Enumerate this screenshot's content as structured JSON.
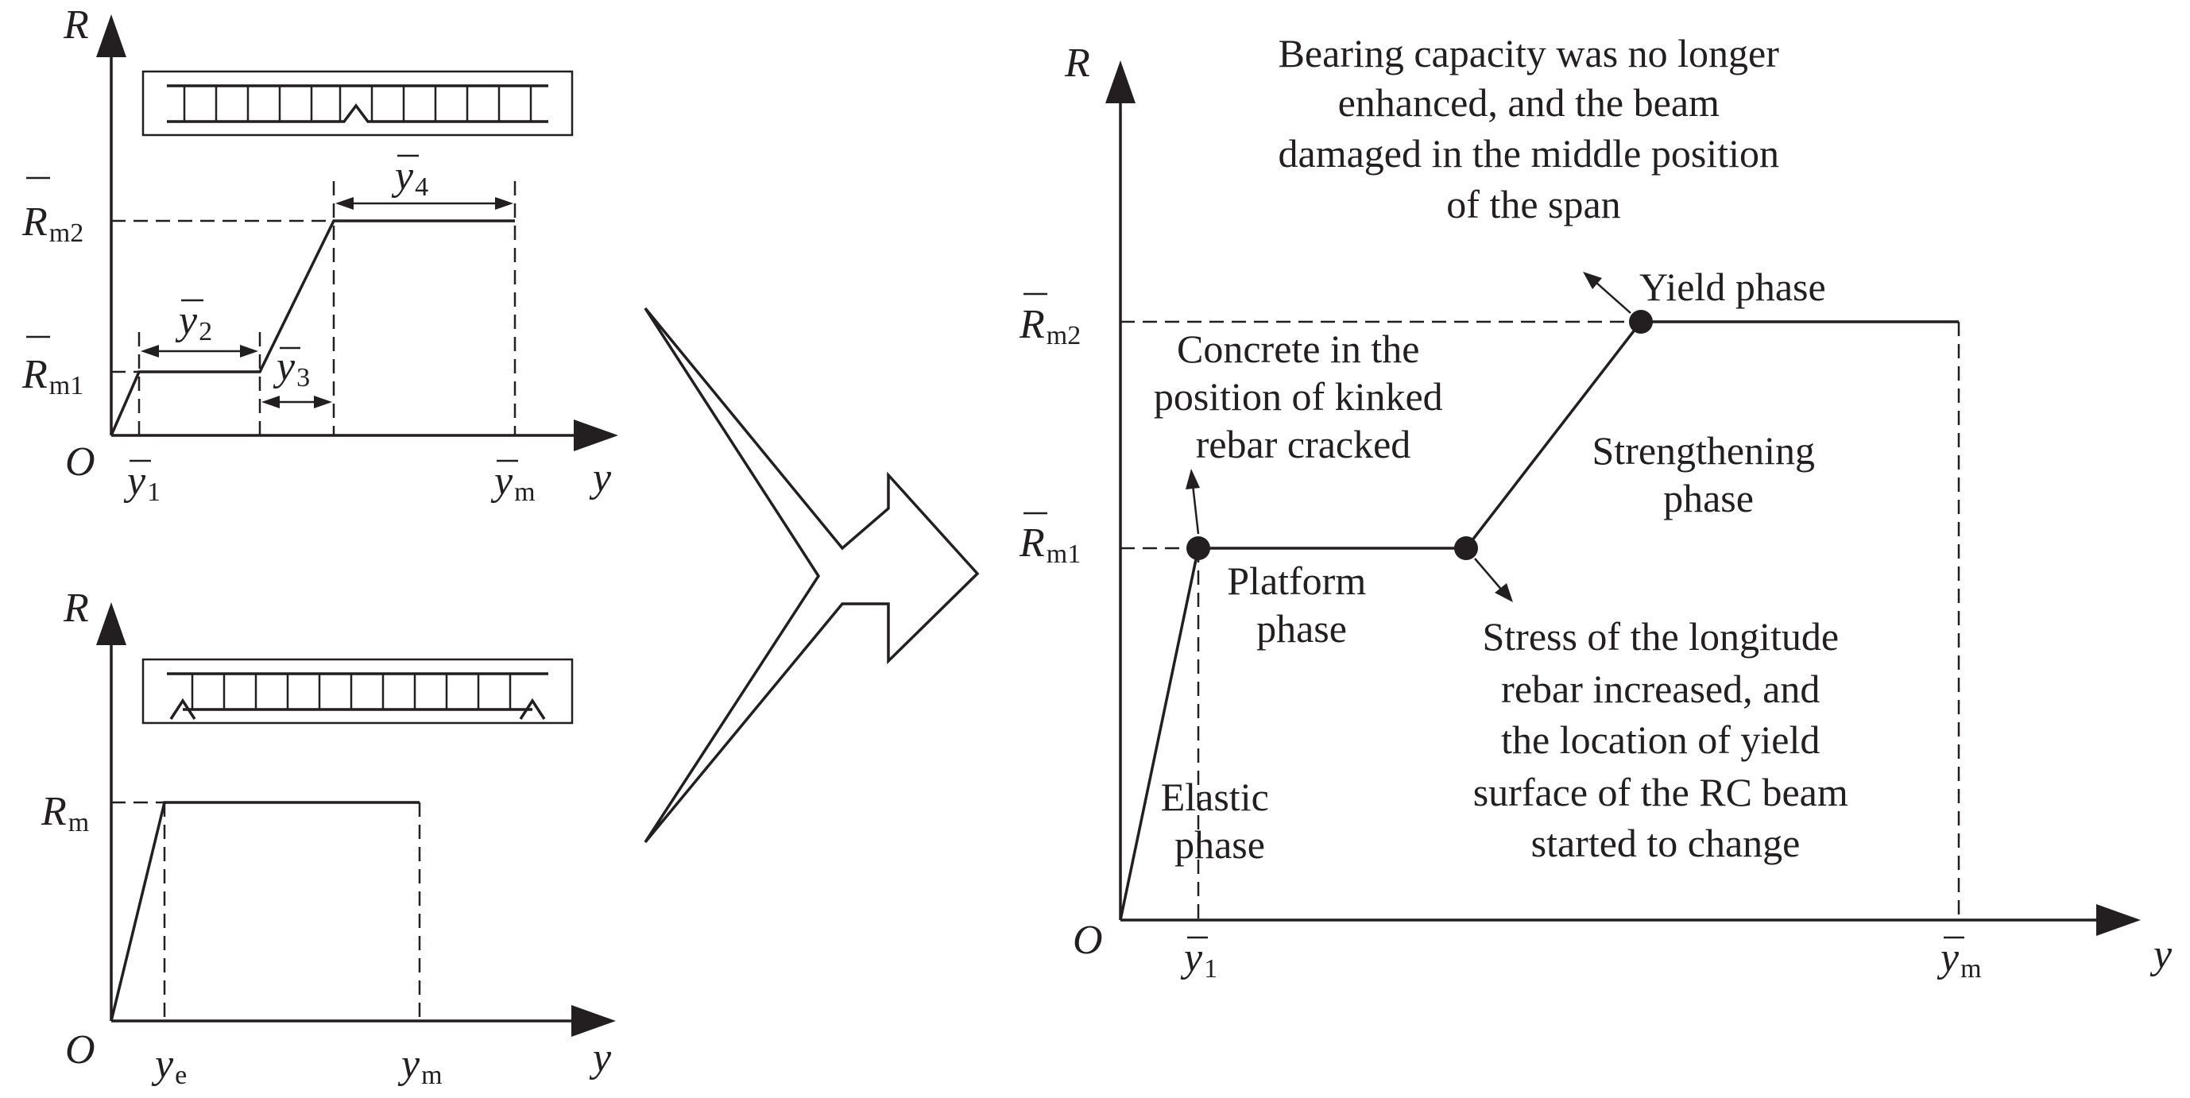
{
  "top_left": {
    "y_axis": "R",
    "x_axis": "y",
    "origin": "O",
    "r_m2": {
      "base": "R",
      "sub": "m2"
    },
    "r_m1": {
      "base": "R",
      "sub": "m1"
    },
    "y1": {
      "base": "y",
      "sub": "1"
    },
    "y2": {
      "base": "y",
      "sub": "2"
    },
    "y3": {
      "base": "y",
      "sub": "3"
    },
    "y4": {
      "base": "y",
      "sub": "4"
    },
    "ym": {
      "base": "y",
      "sub": "m"
    }
  },
  "bottom_left": {
    "y_axis": "R",
    "x_axis": "y",
    "origin": "O",
    "rm": {
      "base": "R",
      "sub": "m"
    },
    "ye": {
      "base": "y",
      "sub": "e"
    },
    "ym": {
      "base": "y",
      "sub": "m"
    }
  },
  "right": {
    "y_axis": "R",
    "x_axis": "y",
    "origin": "O",
    "r_m2": {
      "base": "R",
      "sub": "m2"
    },
    "r_m1": {
      "base": "R",
      "sub": "m1"
    },
    "y1": {
      "base": "y",
      "sub": "1"
    },
    "ym": {
      "base": "y",
      "sub": "m"
    },
    "bearing_note": [
      "Bearing capacity was no longer",
      "enhanced, and the beam",
      "damaged in the middle position",
      "of the span"
    ],
    "yield_phase": "Yield phase",
    "concrete_note": [
      "Concrete in the",
      "position of kinked",
      "rebar cracked"
    ],
    "strengthening_phase": [
      "Strengthening",
      "phase"
    ],
    "platform_phase": [
      "Platform",
      "phase"
    ],
    "stress_note": [
      "Stress of the longitude",
      "rebar increased, and",
      "the location of yield",
      "surface of the RC beam",
      "started to change"
    ],
    "elastic_phase": [
      "Elastic",
      "phase"
    ]
  }
}
